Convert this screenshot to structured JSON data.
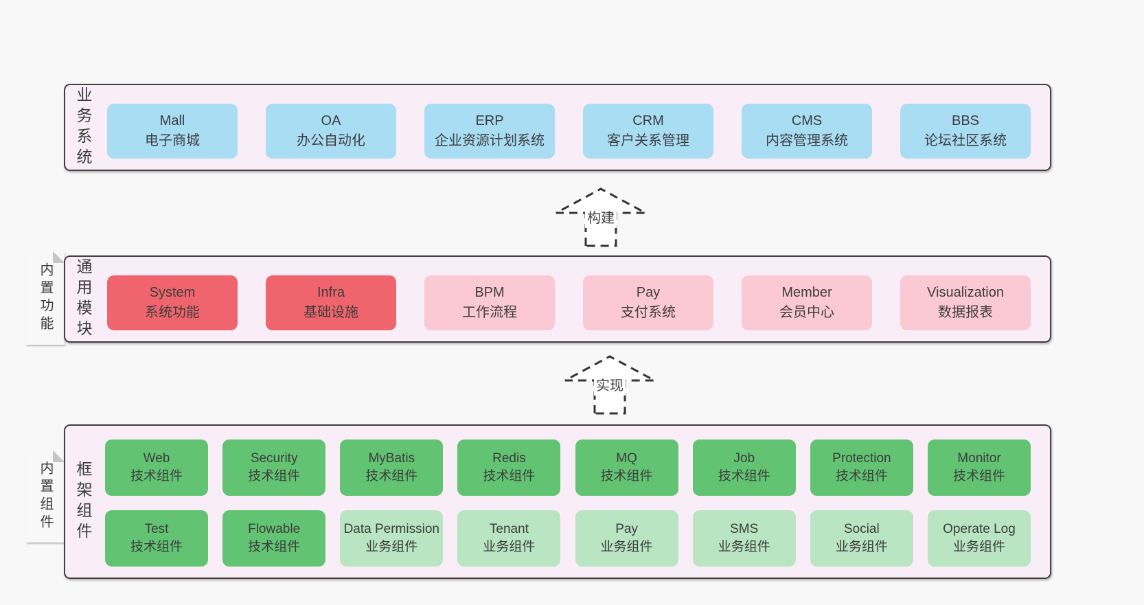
{
  "colors": {
    "background": "#f8f8f8",
    "panel_bg": "#f9eef7",
    "border": "#3f3f3f",
    "text": "#3d3d3d",
    "blue": "#a8ddf4",
    "red": "#f0656d",
    "pink": "#fbc9d4",
    "green": "#62c373",
    "lightgreen": "#b9e5c2",
    "tag_yellow": "#fbfb9d"
  },
  "business": {
    "label": "业务系统",
    "boxes": [
      {
        "title": "Mall",
        "subtitle": "电子商城",
        "variant": "blue"
      },
      {
        "title": "OA",
        "subtitle": "办公自动化",
        "variant": "blue"
      },
      {
        "title": "ERP",
        "subtitle": "企业资源计划系统",
        "variant": "blue"
      },
      {
        "title": "CRM",
        "subtitle": "客户关系管理",
        "variant": "blue"
      },
      {
        "title": "CMS",
        "subtitle": "内容管理系统",
        "variant": "blue"
      },
      {
        "title": "BBS",
        "subtitle": "论坛社区系统",
        "variant": "blue"
      }
    ]
  },
  "arrows": {
    "build": "构建",
    "implement": "实现"
  },
  "modules": {
    "label": "通用模块",
    "tag": "内置功能",
    "boxes": [
      {
        "title": "System",
        "subtitle": "系统功能",
        "variant": "red"
      },
      {
        "title": "Infra",
        "subtitle": "基础设施",
        "variant": "red"
      },
      {
        "title": "BPM",
        "subtitle": "工作流程",
        "variant": "pink"
      },
      {
        "title": "Pay",
        "subtitle": "支付系统",
        "variant": "pink"
      },
      {
        "title": "Member",
        "subtitle": "会员中心",
        "variant": "pink"
      },
      {
        "title": "Visualization",
        "subtitle": "数据报表",
        "variant": "pink"
      }
    ]
  },
  "framework": {
    "label": "框架组件",
    "tag": "内置组件",
    "row1": [
      {
        "title": "Web",
        "subtitle": "技术组件",
        "variant": "green"
      },
      {
        "title": "Security",
        "subtitle": "技术组件",
        "variant": "green"
      },
      {
        "title": "MyBatis",
        "subtitle": "技术组件",
        "variant": "green"
      },
      {
        "title": "Redis",
        "subtitle": "技术组件",
        "variant": "green"
      },
      {
        "title": "MQ",
        "subtitle": "技术组件",
        "variant": "green"
      },
      {
        "title": "Job",
        "subtitle": "技术组件",
        "variant": "green"
      },
      {
        "title": "Protection",
        "subtitle": "技术组件",
        "variant": "green"
      },
      {
        "title": "Monitor",
        "subtitle": "技术组件",
        "variant": "green"
      }
    ],
    "row2": [
      {
        "title": "Test",
        "subtitle": "技术组件",
        "variant": "green"
      },
      {
        "title": "Flowable",
        "subtitle": "技术组件",
        "variant": "green"
      },
      {
        "title": "Data Permission",
        "subtitle": "业务组件",
        "variant": "lightgreen"
      },
      {
        "title": "Tenant",
        "subtitle": "业务组件",
        "variant": "lightgreen"
      },
      {
        "title": "Pay",
        "subtitle": "业务组件",
        "variant": "lightgreen"
      },
      {
        "title": "SMS",
        "subtitle": "业务组件",
        "variant": "lightgreen"
      },
      {
        "title": "Social",
        "subtitle": "业务组件",
        "variant": "lightgreen"
      },
      {
        "title": "Operate Log",
        "subtitle": "业务组件",
        "variant": "lightgreen"
      }
    ]
  }
}
